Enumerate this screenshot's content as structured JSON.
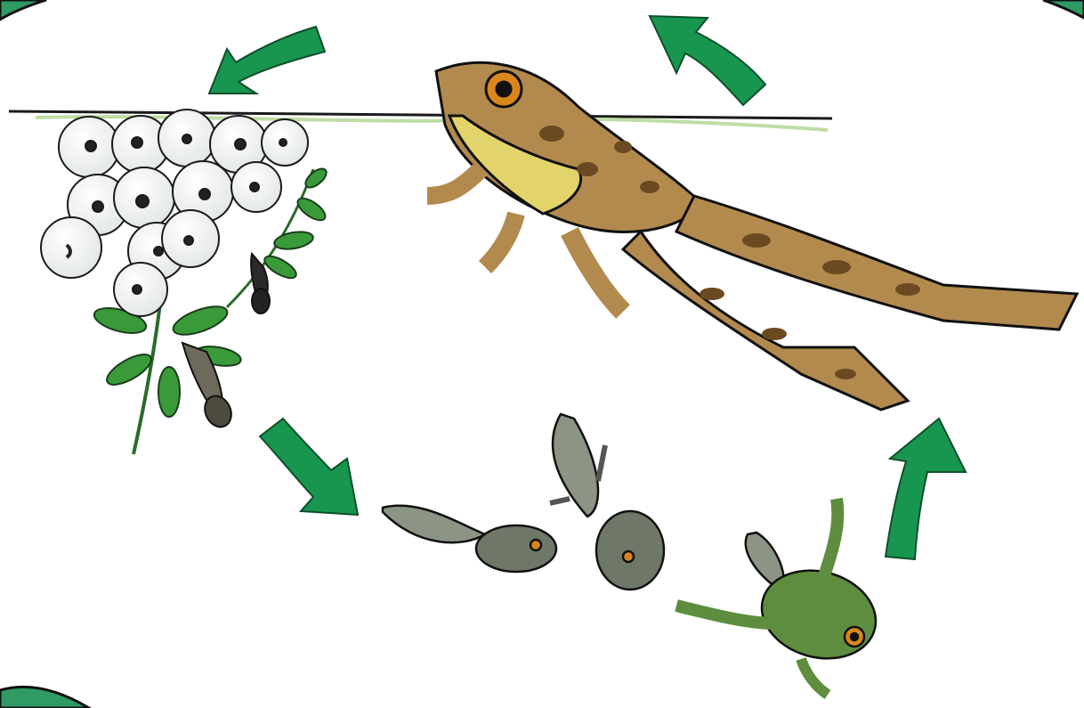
{
  "diagram": {
    "stages": [
      {
        "id": "frogspawn",
        "icon": "frogspawn-eggs-icon"
      },
      {
        "id": "young-tadpoles",
        "icon": "hatchling-tadpole-icon"
      },
      {
        "id": "tadpole",
        "icon": "tadpole-icon"
      },
      {
        "id": "tadpole-with-legs",
        "icon": "tadpole-with-legs-icon"
      },
      {
        "id": "froglet",
        "icon": "froglet-icon"
      },
      {
        "id": "adult-frog",
        "icon": "adult-frog-icon"
      }
    ],
    "arrows": [
      "arrow-spawn-to-tadpole",
      "arrow-froglet-to-frog",
      "arrow-frog-upward",
      "arrow-to-spawn"
    ]
  },
  "colors": {
    "arrow": "#189650",
    "arrow_outline": "#0d4f2a",
    "corner_fill": "#2f9a63",
    "egg": "#f3f5f4",
    "leaf": "#3a9a3a",
    "frog_body": "#b38a4e",
    "frog_spots": "#6b4a22",
    "frog_belly": "#e2d46a",
    "tadpole": "#6f7868",
    "froglet": "#5e8d3f",
    "eye": "#d9861b",
    "water_line": "#1a1a1a",
    "water_tint": "#b7d99a"
  }
}
